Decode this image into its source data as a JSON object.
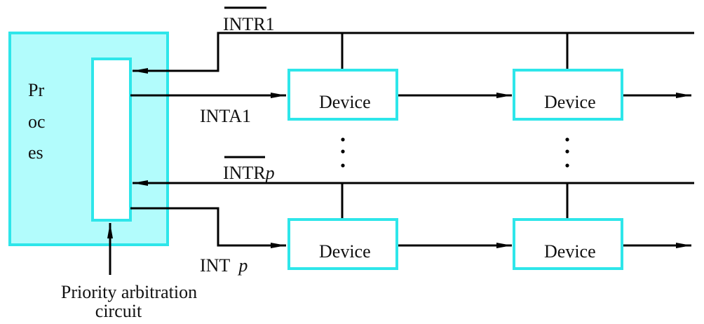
{
  "diagram": {
    "title": "Multiple-priority interrupt scheme",
    "colors": {
      "box_border": "#2ee6ea",
      "processor_fill": "#b2fcfc",
      "device_fill": "#ffffff",
      "wire": "#000000",
      "text": "#111111"
    },
    "processor": {
      "label_lines": [
        "Pr",
        "oc",
        "es"
      ]
    },
    "arbiter": {
      "label_line1": "Priority arbitration",
      "label_line2": "circuit"
    },
    "signals": {
      "intr1": "INTR1",
      "inta1": "INTA1",
      "intrp_main": "INTR",
      "intrp_suffix": "p",
      "intp_main": "INT ",
      "intp_suffix": "p"
    },
    "devices": [
      {
        "label": "Device",
        "row": 1,
        "col": 1
      },
      {
        "label": "Device",
        "row": 1,
        "col": 2
      },
      {
        "label": "Device",
        "row": "p",
        "col": 1
      },
      {
        "label": "Device",
        "row": "p",
        "col": 2
      }
    ],
    "ellipsis": "⋮"
  }
}
